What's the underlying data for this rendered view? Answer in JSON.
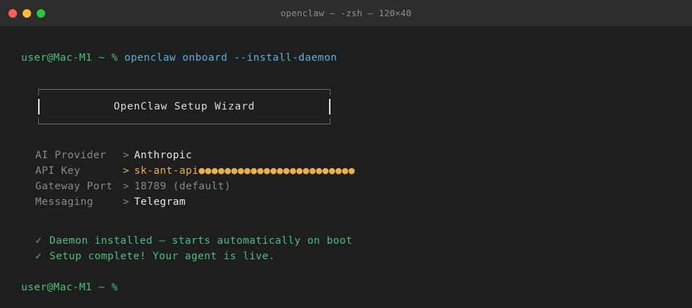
{
  "window": {
    "title": "openclaw — -zsh — 120×40",
    "traffic_lights": [
      {
        "name": "close",
        "color": "#ff5f56"
      },
      {
        "name": "minimize",
        "color": "#febc2e"
      },
      {
        "name": "zoom",
        "color": "#28c840"
      }
    ],
    "background": "#1e1e1e",
    "titlebar_background": "#2d2d2d"
  },
  "terminal": {
    "prompt": "user@Mac-M1 ~ % ",
    "command": "openclaw onboard --install-daemon",
    "final_prompt": "user@Mac-M1 ~ %",
    "box": {
      "title": "OpenClaw Setup Wizard"
    },
    "config": [
      {
        "label": "AI Provider",
        "arrow": ">",
        "value": "Anthropic",
        "style": "bright"
      },
      {
        "label": "API Key",
        "arrow": ">",
        "value": "sk-ant-api",
        "mask": "●●●●●●●●●●●●●●●●●●●●●●●●",
        "style": "amber"
      },
      {
        "label": "Gateway Port",
        "arrow": ">",
        "value": "18789 (default)",
        "style": "dim"
      },
      {
        "label": "Messaging",
        "arrow": ">",
        "value": "Telegram",
        "style": "bright"
      }
    ],
    "status": [
      {
        "icon": "check",
        "text": "Daemon installed — starts automatically on boot"
      },
      {
        "icon": "check",
        "text": "Setup complete! Your agent is live."
      }
    ],
    "check_glyph": "✓"
  },
  "colors": {
    "prompt_green": "#46c27a",
    "command_blue": "#58b2dc",
    "value_white": "#e8e8e8",
    "dim_gray": "#8a8a8a",
    "key_amber": "#e8b14a",
    "success_green": "#46c27a"
  }
}
